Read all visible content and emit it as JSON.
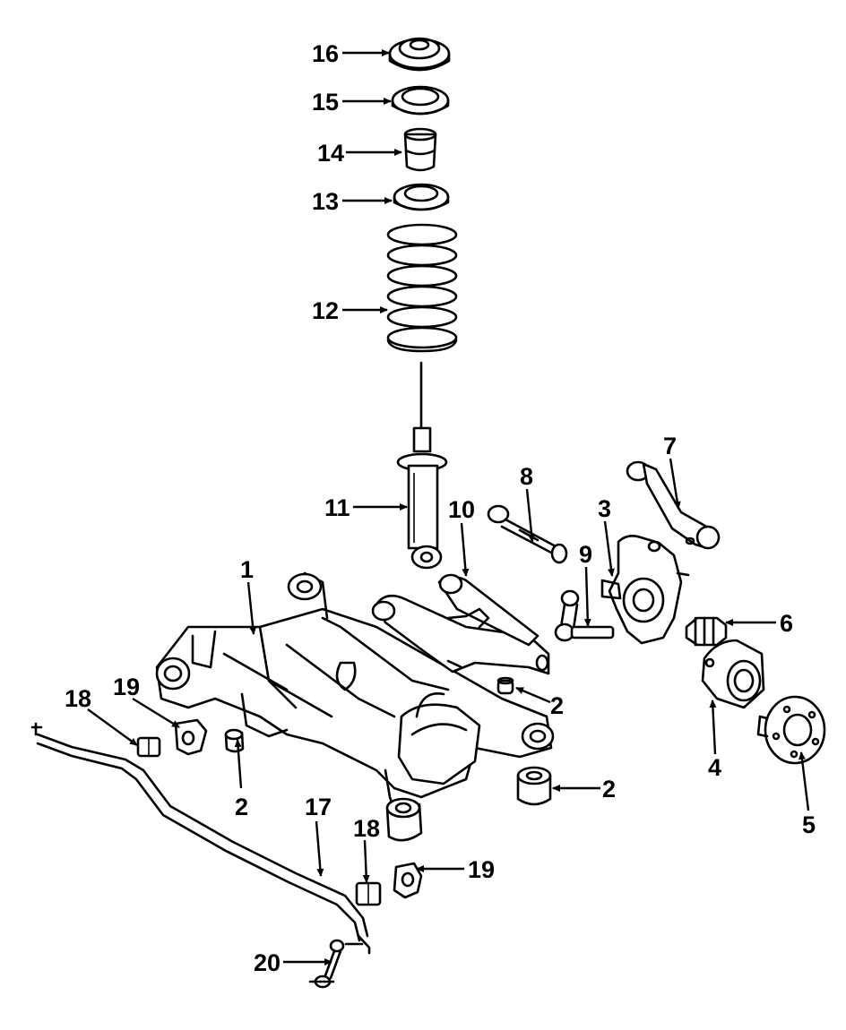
{
  "labels": {
    "l1": "1",
    "l2a": "2",
    "l2b": "2",
    "l2c": "2",
    "l3": "3",
    "l4": "4",
    "l5": "5",
    "l6": "6",
    "l7": "7",
    "l8": "8",
    "l9": "9",
    "l10": "10",
    "l11": "11",
    "l12": "12",
    "l13": "13",
    "l14": "14",
    "l15": "15",
    "l16": "16",
    "l17": "17",
    "l18a": "18",
    "l18b": "18",
    "l19a": "19",
    "l19b": "19",
    "l20": "20"
  }
}
